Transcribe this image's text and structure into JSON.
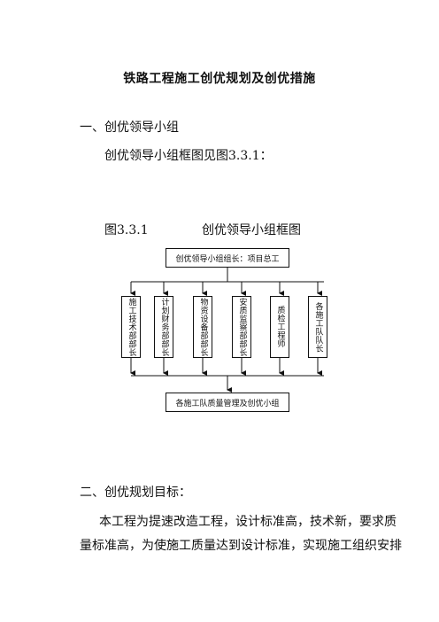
{
  "document": {
    "title": "铁路工程施工创优规划及创优措施",
    "section1_heading": "一、创优领导小组",
    "section1_text": "创优领导小组框图见图3.3.1：",
    "figure_number": "图3.3.1",
    "figure_title": "创优领导小组框图",
    "section2_heading": "二、创优规划目标：",
    "body_line1": "本工程为提速改造工程，设计标准高，技术新，要求质",
    "body_line2": "量标准高，为使施工质量达到设计标准，实现施工组织安排"
  },
  "org_chart": {
    "leader": "创优领导小组组长：项目总工",
    "departments": [
      {
        "label": "施工技术部部长"
      },
      {
        "label": "计划财务部部长"
      },
      {
        "label": "物资设备部部长"
      },
      {
        "label": "安质监察部部长"
      },
      {
        "label": "质检工程师"
      },
      {
        "label": "各施工队队长"
      }
    ],
    "bottom": "各施工队质量管理及创优小组"
  }
}
